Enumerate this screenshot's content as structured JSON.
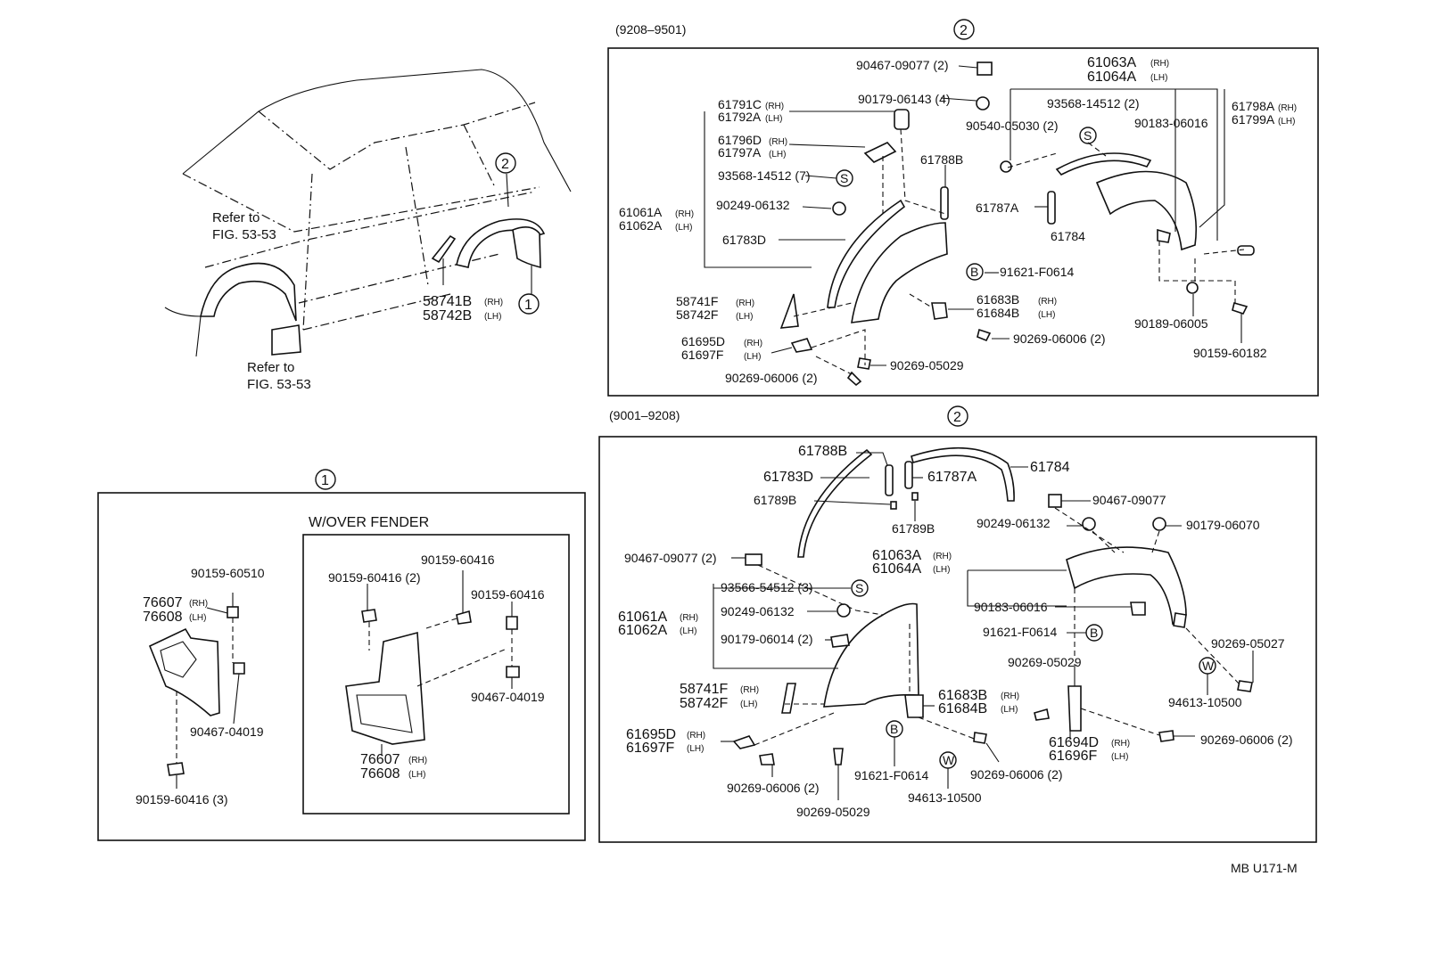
{
  "callouts": {
    "one": "1",
    "two": "2"
  },
  "markers": {
    "s": "S",
    "b": "B",
    "w": "W"
  },
  "overview": {
    "refer1_a": "Refer to",
    "refer1_b": "FIG. 53-53",
    "refer2_a": "Refer to",
    "refer2_b": "FIG. 53-53",
    "p58741b": "58741B",
    "p58742b": "58742B",
    "rh": "(RH)",
    "lh": "(LH)"
  },
  "top_section": {
    "range": "(9208–9501)",
    "labels": {
      "l1": "90467-09077 (2)",
      "l2": "61063A",
      "l3": "61064A",
      "l4": "90179-06143 (4)",
      "l5": "93568-14512 (2)",
      "l6": "61798A",
      "l7": "61799A",
      "l8": "61791C",
      "l9": "61792A",
      "l10": "90540-05030 (2)",
      "l11": "90183-06016",
      "l12": "61796D",
      "l13": "61797A",
      "l14": "61788B",
      "l15": "93568-14512 (7)",
      "l16": "61787A",
      "l17": "61061A",
      "l18": "61062A",
      "l19": "90249-06132",
      "l20": "61784",
      "l21": "61783D",
      "l22": "91621-F0614",
      "l23": "58741F",
      "l24": "58742F",
      "l25": "61683B",
      "l26": "61684B",
      "l27": "90269-06006 (2)",
      "l28": "61695D",
      "l29": "61697F",
      "l30": "90189-06005",
      "l31": "90269-05029",
      "l32": "90159-60182",
      "l33": "90269-06006 (2)"
    }
  },
  "bottom_section": {
    "range": "(9001–9208)",
    "labels": {
      "m1": "61788B",
      "m2": "61784",
      "m3": "61783D",
      "m4": "61787A",
      "m5": "61789B",
      "m6": "90467-09077",
      "m7": "61789B",
      "m8": "90249-06132",
      "m9": "90179-06070",
      "m10": "90467-09077 (2)",
      "m11": "61063A",
      "m12": "61064A",
      "m13": "93566-54512 (3)",
      "m14": "61061A",
      "m15": "61062A",
      "m16": "90249-06132",
      "m17": "90183-06016",
      "m18": "90179-06014 (2)",
      "m19": "91621-F0614",
      "m20": "90269-05027",
      "m21": "90269-05029",
      "m22": "58741F",
      "m23": "58742F",
      "m24": "61683B",
      "m25": "61684B",
      "m26": "94613-10500",
      "m27": "61695D",
      "m28": "61697F",
      "m29": "61694D",
      "m30": "61696F",
      "m31": "90269-06006 (2)",
      "m32": "90269-06006 (2)",
      "m33": "91621-F0614",
      "m34": "90269-06006 (2)",
      "m35": "94613-10500",
      "m36": "90269-05029"
    }
  },
  "mudguard_section": {
    "title": "W/OVER FENDER",
    "labels": {
      "g1": "90159-60510",
      "g2": "76607",
      "g3": "76608",
      "g4": "90467-04019",
      "g5": "90159-60416 (3)",
      "g6": "90159-60416",
      "g7": "90159-60416 (2)",
      "g8": "90159-60416",
      "g9": "90467-04019",
      "g10": "76607",
      "g11": "76608"
    }
  },
  "footer": {
    "code": "MB U171-M"
  }
}
